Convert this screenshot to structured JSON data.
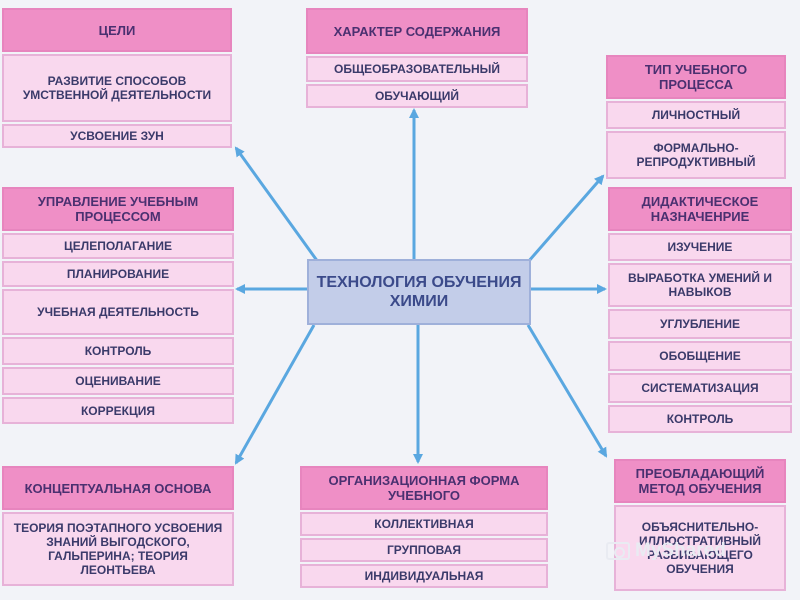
{
  "center": "ТЕХНОЛОГИЯ ОБУЧЕНИЯ ХИМИИ",
  "goals": {
    "title": "ЦЕЛИ",
    "items": [
      "РАЗВИТИЕ СПОСОБОВ УМСТВЕННОЙ ДЕЯТЕЛЬНОСТИ",
      "УСВОЕНИЕ ЗУН"
    ]
  },
  "content": {
    "title": "ХАРАКТЕР СОДЕРЖАНИЯ",
    "items": [
      "ОБЩЕОБРАЗОВАТЕЛЬНЫЙ",
      "ОБУЧАЮЩИЙ"
    ]
  },
  "process_type": {
    "title": "ТИП УЧЕБНОГО ПРОЦЕССА",
    "items": [
      "ЛИЧНОСТНЫЙ",
      "ФОРМАЛЬНО-РЕПРОДУКТИВНЫЙ"
    ]
  },
  "management": {
    "title": "УПРАВЛЕНИЕ УЧЕБНЫМ ПРОЦЕССОМ",
    "items": [
      "ЦЕЛЕПОЛАГАНИЕ",
      "ПЛАНИРОВАНИЕ",
      "УЧЕБНАЯ ДЕЯТЕЛЬНОСТЬ",
      "КОНТРОЛЬ",
      "ОЦЕНИВАНИЕ",
      "КОРРЕКЦИЯ"
    ]
  },
  "didactic": {
    "title": "ДИДАКТИЧЕСКОЕ НАЗНАЧЕНРИЕ",
    "items": [
      "ИЗУЧЕНИЕ",
      "ВЫРАБОТКА УМЕНИЙ И НАВЫКОВ",
      "УГЛУБЛЕНИЕ",
      "ОБОБЩЕНИЕ",
      "СИСТЕМАТИЗАЦИЯ",
      "КОНТРОЛЬ"
    ]
  },
  "concept": {
    "title": "КОНЦЕПТУАЛЬНАЯ ОСНОВА",
    "items": [
      "ТЕОРИЯ ПОЭТАПНОГО УСВОЕНИЯ ЗНАНИЙ ВЫГОДСКОГО, ГАЛЬПЕРИНА; ТЕОРИЯ ЛЕОНТЬЕВА"
    ]
  },
  "org_form": {
    "title": "ОРГАНИЗАЦИОННАЯ ФОРМА УЧЕБНОГО",
    "items": [
      "КОЛЛЕКТИВНАЯ",
      "ГРУППОВАЯ",
      "ИНДИВИДУАЛЬНАЯ"
    ]
  },
  "method": {
    "title": "ПРЕОБЛАДАЮЩИЙ МЕТОД ОБУЧЕНИЯ",
    "items": [
      "ОБЪЯСНИТЕЛЬНО-ИЛЛЮСТРАТИВНЫЙ РАЗВИВАЮЩЕГО ОБУЧЕНИЯ"
    ]
  },
  "watermark": "MyShared",
  "colors": {
    "header": "#ef8fc6",
    "item": "#f9d8ee",
    "center": "#c3cde9",
    "arrow": "#5aa7e0"
  }
}
